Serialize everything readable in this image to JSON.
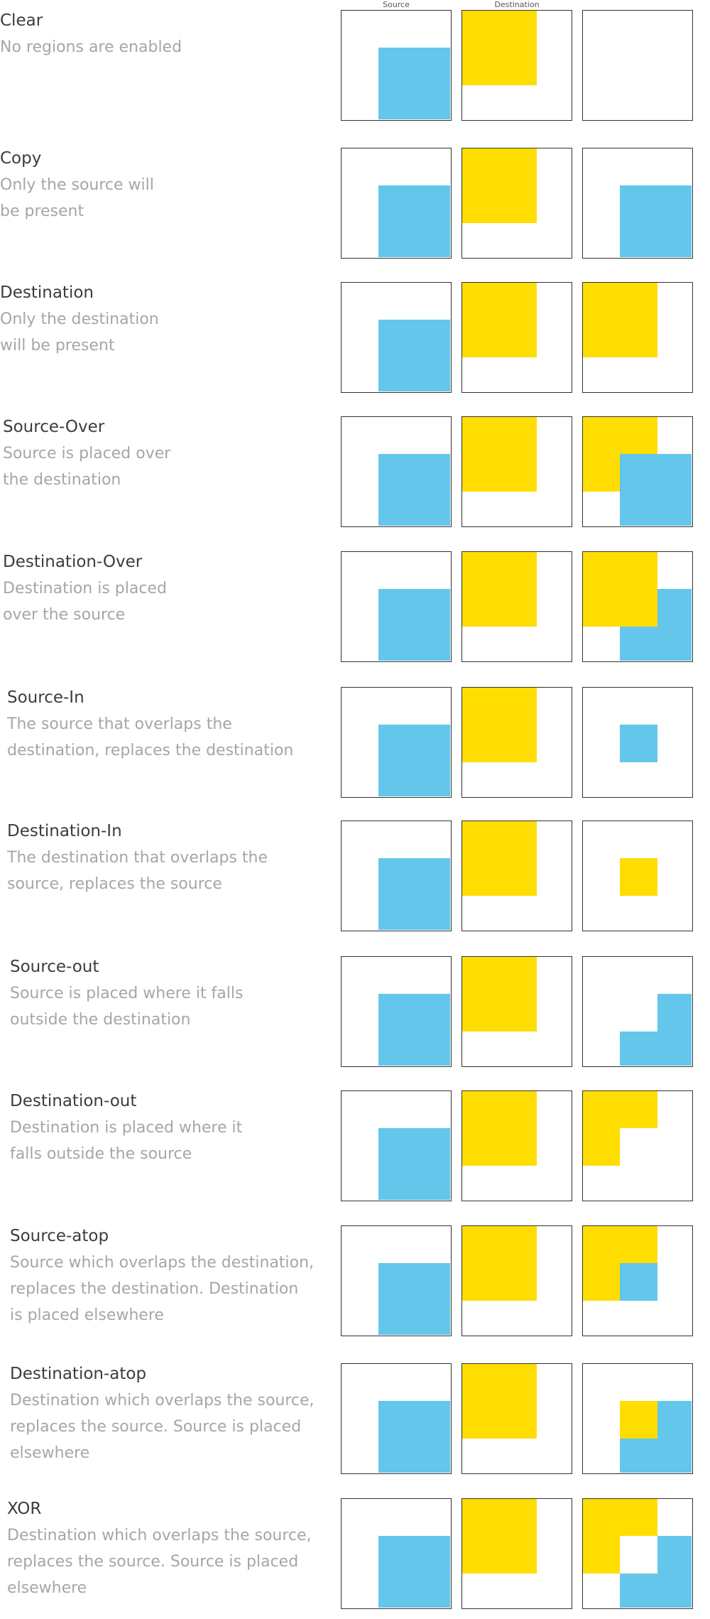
{
  "columns": {
    "source": "Source",
    "destination": "Destination"
  },
  "colors": {
    "source": "#64c6ea",
    "destination": "#ffdd00",
    "border": "#333333",
    "title": "#3c3c3c",
    "description": "#a6a6a6"
  },
  "modes": [
    {
      "title": "Clear",
      "description": [
        "No regions are enabled"
      ],
      "result": "clear"
    },
    {
      "title": "Copy",
      "description": [
        "Only the source will",
        "be present"
      ],
      "result": "copy"
    },
    {
      "title": "Destination",
      "description": [
        "Only the destination",
        "will be present"
      ],
      "result": "destination"
    },
    {
      "title": "Source-Over",
      "description": [
        "Source is placed over",
        "the destination"
      ],
      "result": "source-over"
    },
    {
      "title": "Destination-Over",
      "description": [
        "Destination is placed",
        "over the source"
      ],
      "result": "destination-over"
    },
    {
      "title": "Source-In",
      "description": [
        "The source that overlaps the",
        "destination, replaces the destination"
      ],
      "result": "source-in"
    },
    {
      "title": "Destination-In",
      "description": [
        "The destination that overlaps the",
        "source, replaces the source"
      ],
      "result": "destination-in"
    },
    {
      "title": "Source-out",
      "description": [
        "Source is placed where it falls",
        "outside the destination"
      ],
      "result": "source-out"
    },
    {
      "title": "Destination-out",
      "description": [
        "Destination is placed where it",
        "falls outside the source"
      ],
      "result": "destination-out"
    },
    {
      "title": "Source-atop",
      "description": [
        "Source which overlaps the destination,",
        "replaces the destination. Destination",
        "is placed elsewhere"
      ],
      "result": "source-atop"
    },
    {
      "title": "Destination-atop",
      "description": [
        "Destination which overlaps the source,",
        "replaces the source. Source is placed",
        "elsewhere"
      ],
      "result": "destination-atop"
    },
    {
      "title": "XOR",
      "description": [
        "Destination which overlaps the source,",
        "replaces the source. Source is placed",
        "elsewhere"
      ],
      "result": "xor"
    }
  ]
}
